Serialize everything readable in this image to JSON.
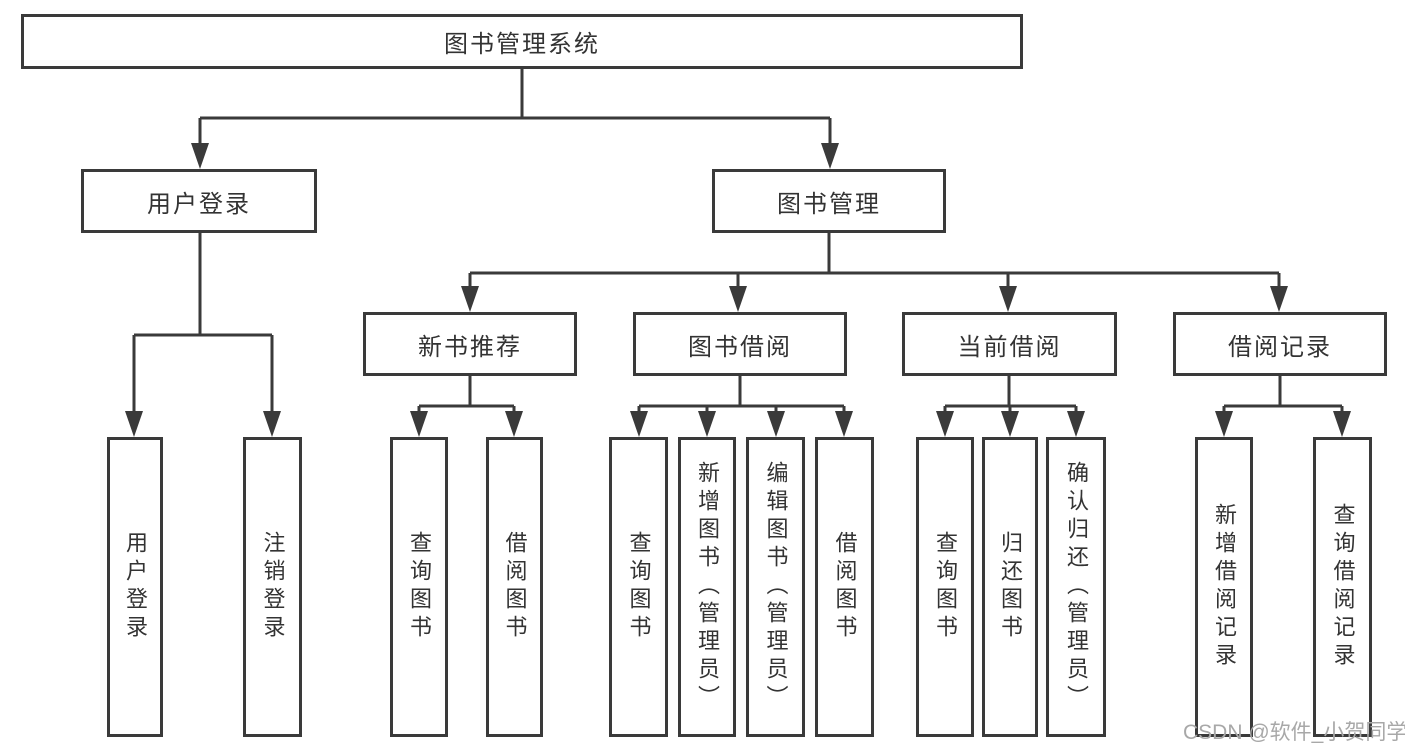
{
  "tree": {
    "root": {
      "label": "图书管理系统",
      "children": [
        {
          "label": "用户登录",
          "children": [
            {
              "label": "用户登录"
            },
            {
              "label": "注销登录"
            }
          ]
        },
        {
          "label": "图书管理",
          "children": [
            {
              "label": "新书推荐",
              "children": [
                {
                  "label": "查询图书"
                },
                {
                  "label": "借阅图书"
                }
              ]
            },
            {
              "label": "图书借阅",
              "children": [
                {
                  "label": "查询图书"
                },
                {
                  "label": "新增图书（管理员）"
                },
                {
                  "label": "编辑图书（管理员）"
                },
                {
                  "label": "借阅图书"
                }
              ]
            },
            {
              "label": "当前借阅",
              "children": [
                {
                  "label": "查询图书"
                },
                {
                  "label": "归还图书"
                },
                {
                  "label": "确认归还（管理员）"
                }
              ]
            },
            {
              "label": "借阅记录",
              "children": [
                {
                  "label": "新增借阅记录"
                },
                {
                  "label": "查询借阅记录"
                }
              ]
            }
          ]
        }
      ]
    }
  },
  "watermark": "CSDN @软件_小贺同学",
  "colors": {
    "line": "#3a3a3a",
    "text": "#333333",
    "box_background": "#ffffff",
    "watermark": "#a8a8a8",
    "page_background": "#ffffff"
  }
}
